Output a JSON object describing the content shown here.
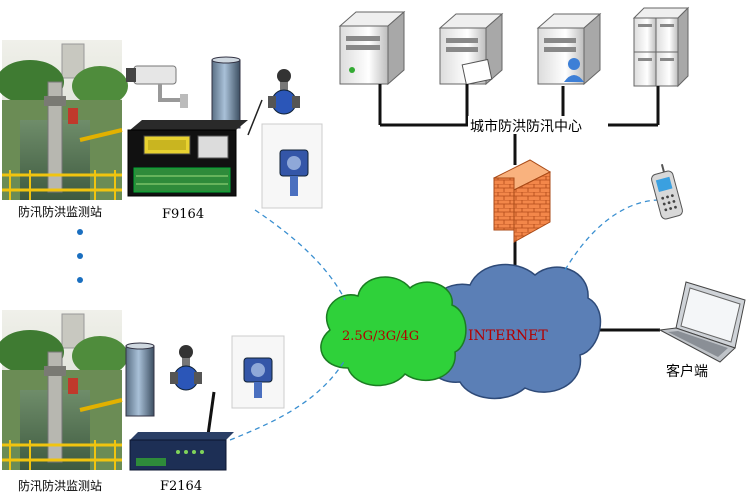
{
  "station_label_top": "防汛防洪监测站",
  "station_label_bottom": "防汛防洪监测站",
  "device_top": "F9164",
  "device_bottom": "F2164",
  "center_label": "城市防洪防汛中心",
  "cloud_green": "2.5G/3G/4G",
  "cloud_blue": "INTERNET",
  "client_label": "客户端",
  "colors": {
    "green_cloud": "#2fd13a",
    "blue_cloud": "#5b7fb6",
    "firewall": "#f07a3a",
    "cloud_text": "#b30000",
    "dash": "#3a8fd0"
  }
}
